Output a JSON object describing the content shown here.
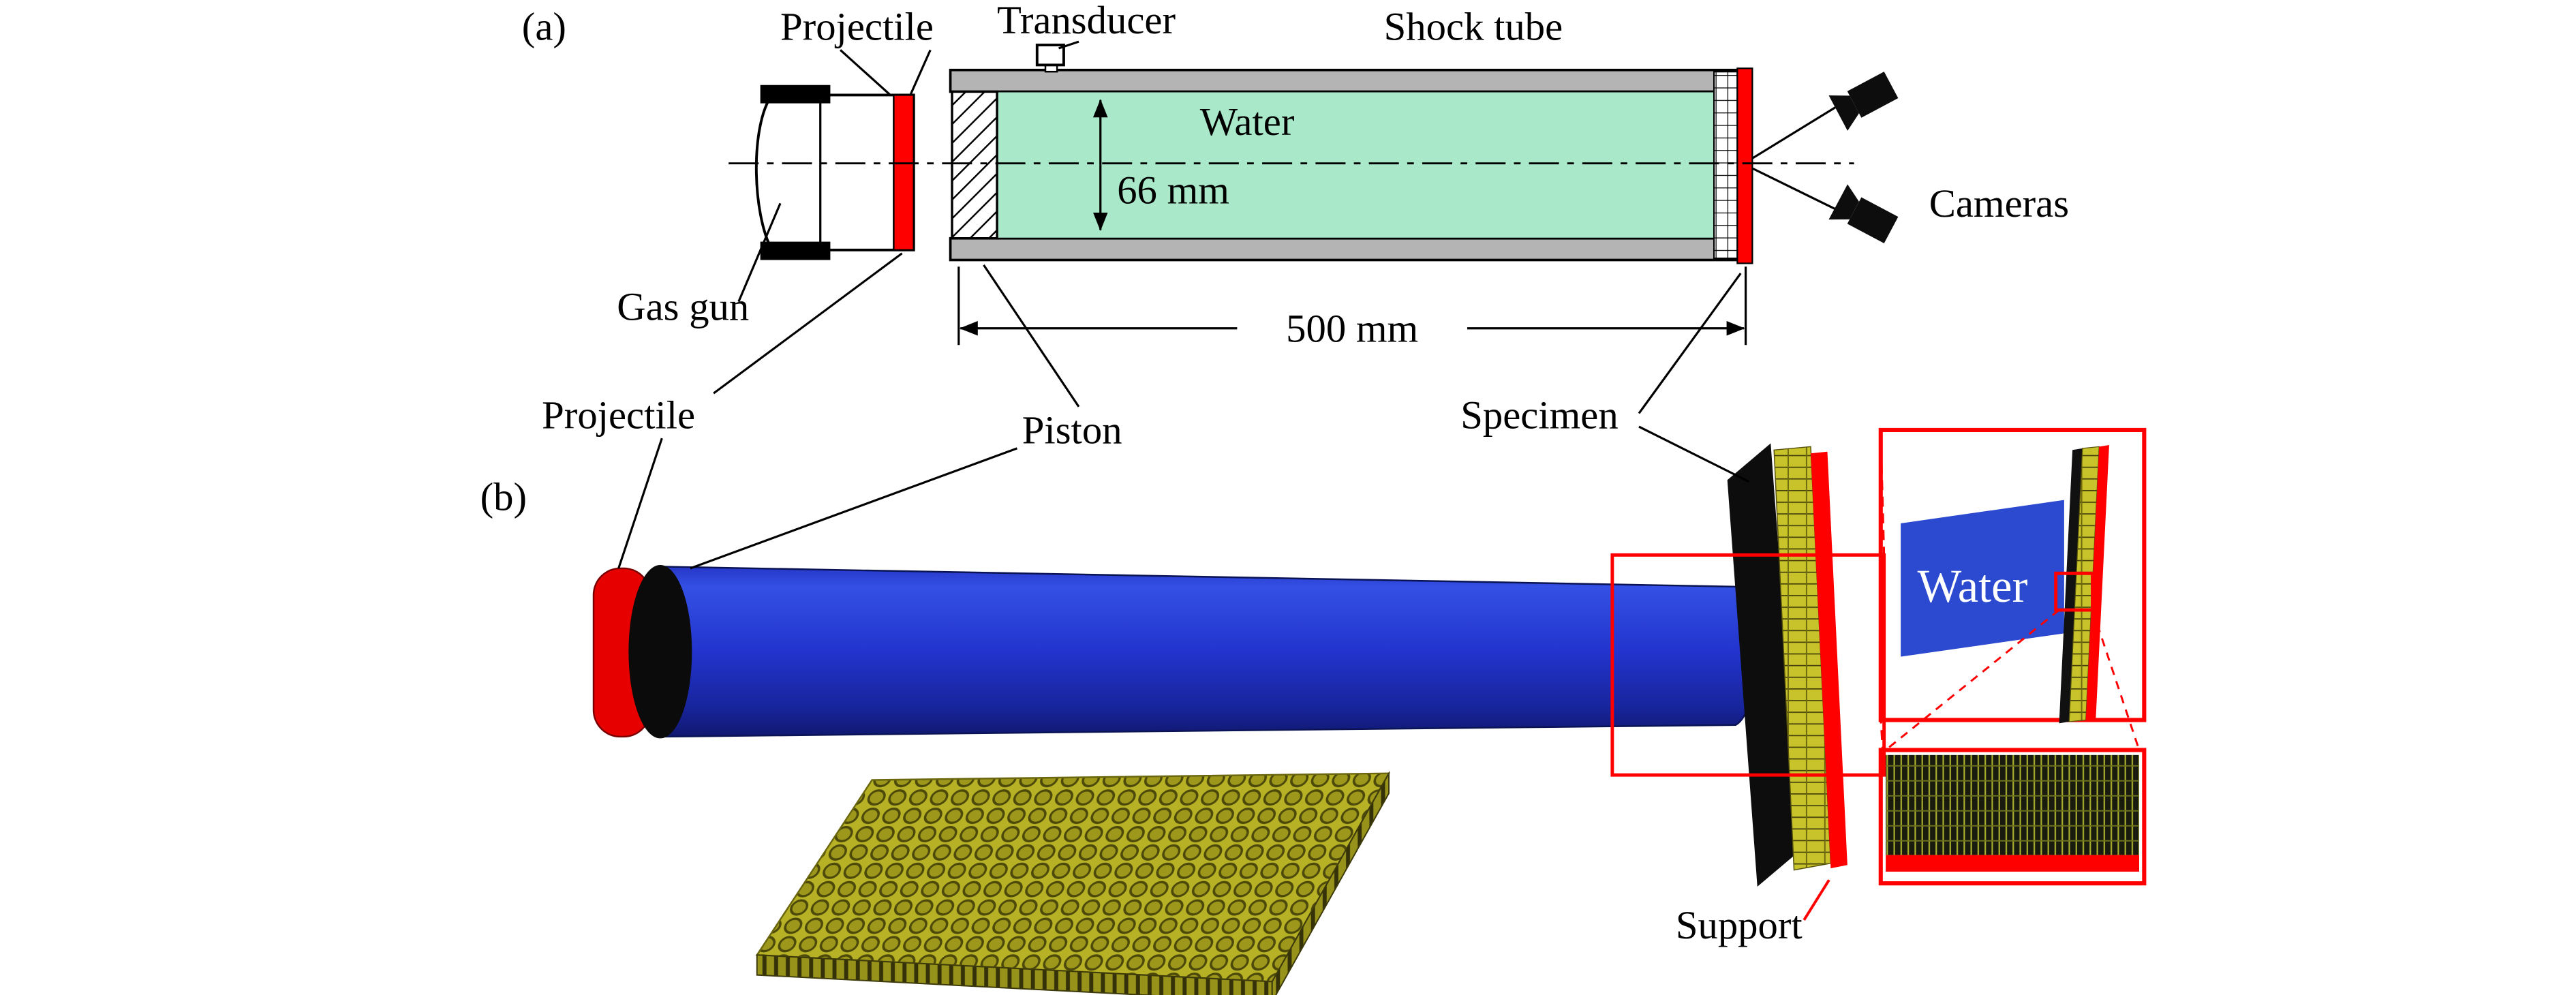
{
  "figure": {
    "type": "experimental-setup-diagram",
    "panel_a": {
      "tag": "(a)",
      "labels": {
        "projectile": "Projectile",
        "transducer": "Transducer",
        "shock_tube": "Shock tube",
        "water": "Water",
        "gas_gun": "Gas gun",
        "cameras": "Cameras"
      },
      "dimensions": {
        "water_column_height": "66 mm",
        "tube_length": "500 mm"
      }
    },
    "panel_b": {
      "tag": "(b)",
      "labels": {
        "projectile": "Projectile",
        "piston": "Piston",
        "specimen": "Specimen",
        "support": "Support",
        "inset_water": "Water"
      }
    },
    "colors": {
      "water_fill": "#a9e9ca",
      "tube_wall_gray": "#b4b4b4",
      "highlight_red": "#ff0000",
      "support_red": "#e60000",
      "cylinder_blue_top": "#3450e4",
      "cylinder_blue": "#2234cd",
      "cylinder_blue_dark": "#10186f",
      "inset_water_blue": "#2c4ad0",
      "honeycomb_yellow": "#b6b125",
      "honeycomb_line": "#4c490b",
      "mesh_background": "#191b0e",
      "mesh_line": "#a8ae2e"
    }
  }
}
